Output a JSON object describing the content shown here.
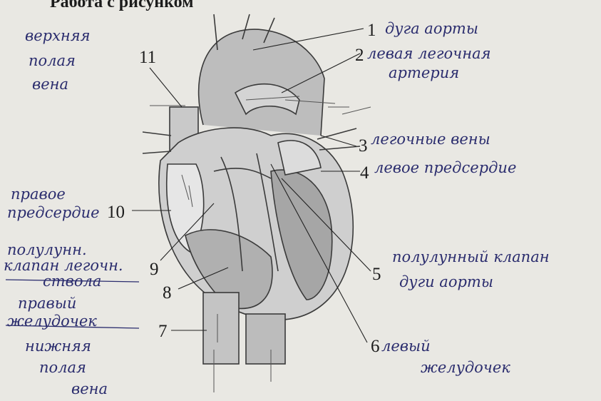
{
  "title": "Работа с рисунком",
  "labels": [
    {
      "num": "1",
      "text": "дуга аорты"
    },
    {
      "num": "2",
      "text": "левая легочная",
      "text2": "артерия"
    },
    {
      "num": "3",
      "text": "легочные вены"
    },
    {
      "num": "4",
      "text": "левое предсердие"
    },
    {
      "num": "5",
      "text": "полулунный клапан",
      "text2": "дуги аорты"
    },
    {
      "num": "6",
      "text": "левый",
      "text2": "желудочек"
    },
    {
      "num": "7",
      "text": "нижняя",
      "text2": "полая",
      "text3": "вена"
    },
    {
      "num": "8",
      "text": "правый",
      "text2": "желудочек"
    },
    {
      "num": "9",
      "text": "полулунн.",
      "text2": "клапан легочн.",
      "text3": "ствола"
    },
    {
      "num": "10",
      "text": "правое",
      "text2": "предсердие"
    },
    {
      "num": "11",
      "text": "верхняя",
      "text2": "полая",
      "text3": "вена"
    }
  ]
}
